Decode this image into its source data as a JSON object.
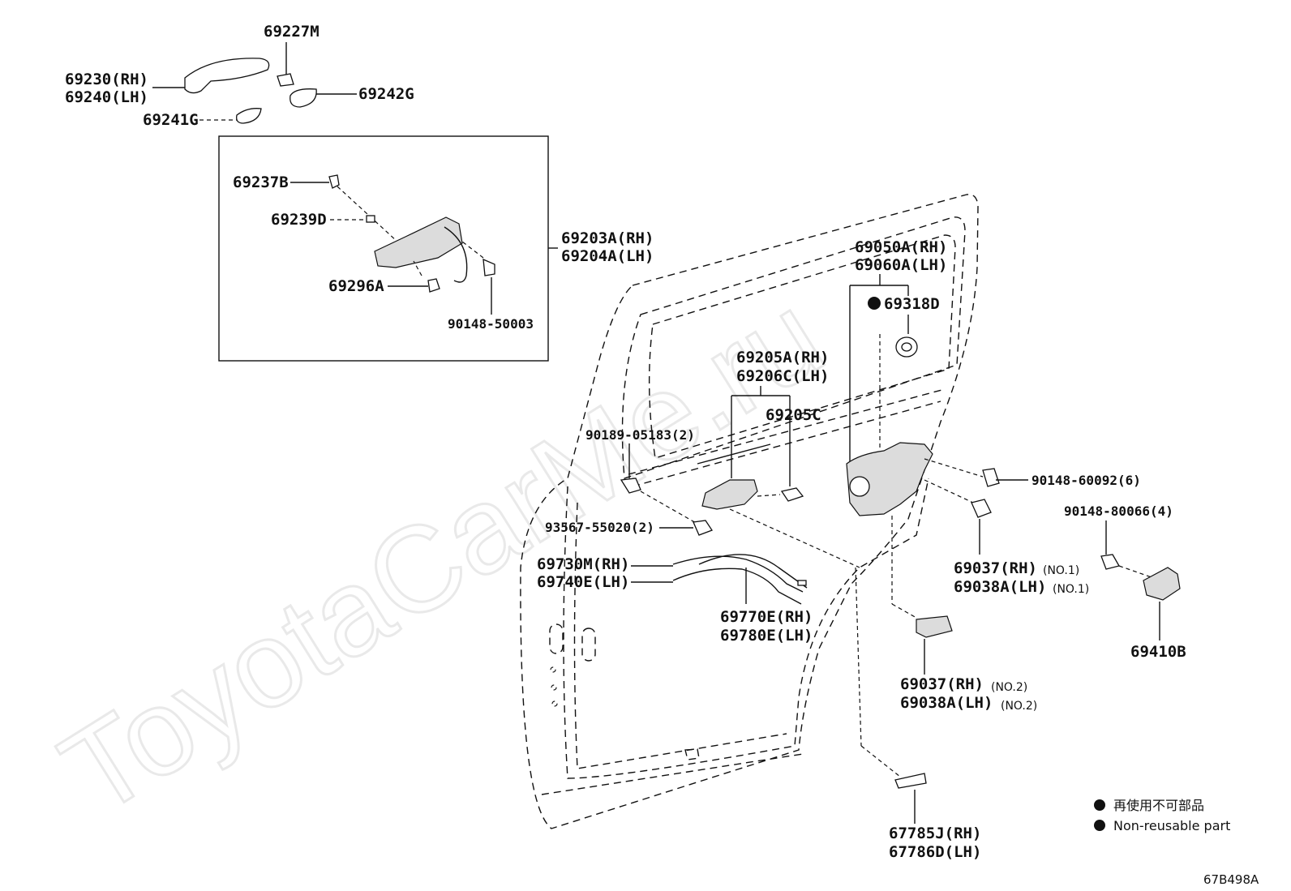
{
  "watermark": "ToyotaCarMe.ru",
  "labels": {
    "p69227M": "69227M",
    "p69230": "69230(RH)",
    "p69240": "69240(LH)",
    "p69242G": "69242G",
    "p69241G": "69241G",
    "p69237B": "69237B",
    "p69239D": "69239D",
    "p69296A": "69296A",
    "p90148_50003": "90148-50003",
    "p69203A": "69203A(RH)",
    "p69204A": "69204A(LH)",
    "p69050A": "69050A(RH)",
    "p69060A": "69060A(LH)",
    "p69318D": "69318D",
    "p69205A": "69205A(RH)",
    "p69206C": "69206C(LH)",
    "p69205C": "69205C",
    "p90189": "90189-05183(2)",
    "p90148_60092": "90148-60092(6)",
    "p90148_80066": "90148-80066(4)",
    "p93567": "93567-55020(2)",
    "p69730M": "69730M(RH)",
    "p69740E": "69740E(LH)",
    "p69770E": "69770E(RH)",
    "p69780E": "69780E(LH)",
    "p69037_1": "69037(RH)",
    "p69037_1_note": "(NO.1)",
    "p69038A_1": "69038A(LH)",
    "p69038A_1_note": "(NO.1)",
    "p69410B": "69410B",
    "p69037_2": "69037(RH)",
    "p69037_2_note": "(NO.2)",
    "p69038A_2": "69038A(LH)",
    "p69038A_2_note": "(NO.2)",
    "p67785J": "67785J(RH)",
    "p67786D": "67786D(LH)"
  },
  "legend": {
    "jp": "再使用不可部品",
    "en": "Non-reusable part"
  },
  "diagram_code": "67B498A"
}
